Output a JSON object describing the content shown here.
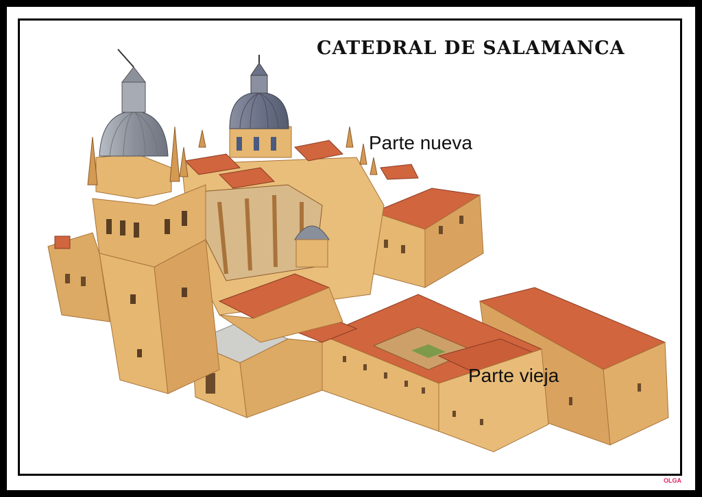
{
  "title": "CATEDRAL DE SALAMANCA",
  "labels": {
    "new_part": "Parte nueva",
    "old_part": "Parte vieja"
  },
  "signature": "OLGA",
  "colors": {
    "stone": "#e6b771",
    "stone_dark": "#c8914a",
    "stone_shadow": "#a8733a",
    "roof": "#d0653e",
    "roof_dark": "#a84a2c",
    "dome": "#9ea2ab",
    "dome_dark": "#6f7480",
    "frame": "#000000",
    "signature": "#e0245e"
  }
}
